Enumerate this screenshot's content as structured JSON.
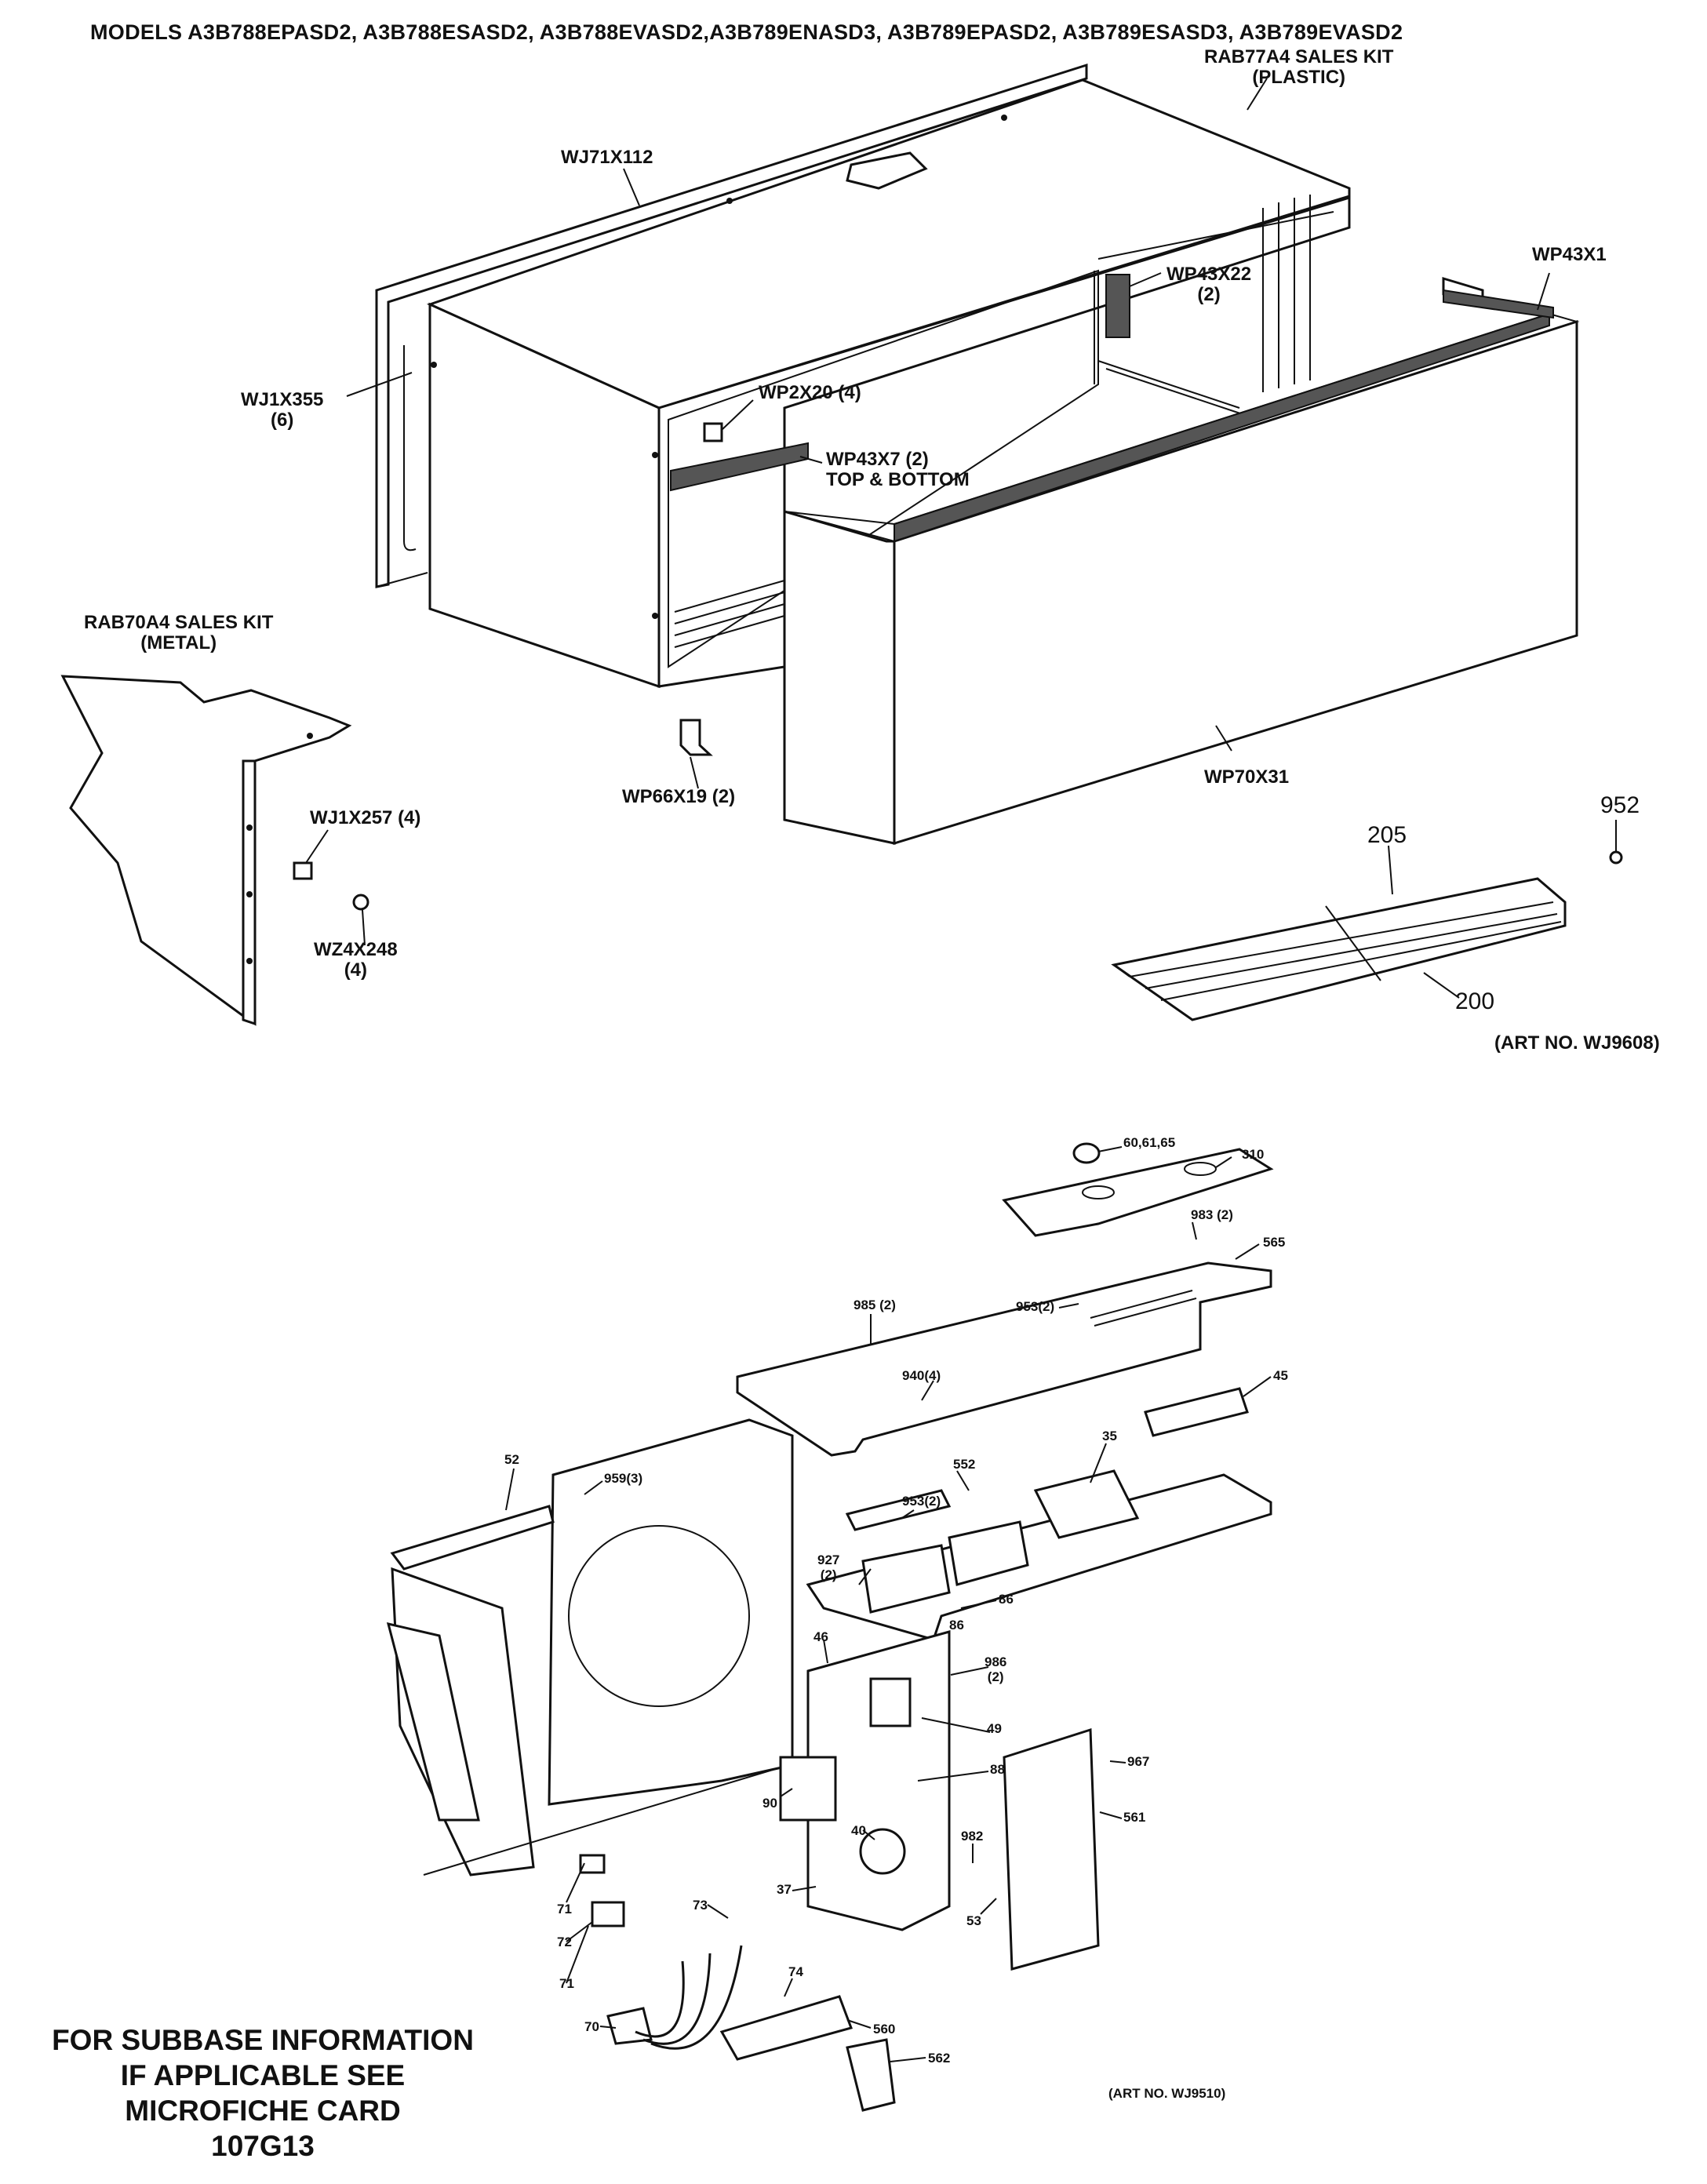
{
  "header": {
    "models": "MODELS A3B788EPASD2, A3B788ESASD2, A3B788EVASD2,A3B789ENASD3, A3B789EPASD2, A3B789ESASD3, A3B789EVASD2"
  },
  "upper": {
    "labels": {
      "plastic_kit": "RAB77A4 SALES KIT",
      "plastic_kit_sub": "(PLASTIC)",
      "wj71x112": "WJ71X112",
      "wp43x22": "WP43X22",
      "wp43x22_qty": "(2)",
      "wp43x1": "WP43X1",
      "wj1x355": "WJ1X355",
      "wj1x355_qty": "(6)",
      "wp2x20": "WP2X20 (4)",
      "wp43x7": "WP43X7 (2)",
      "wp43x7_sub": "TOP & BOTTOM",
      "metal_kit": "RAB70A4 SALES KIT",
      "metal_kit_sub": "(METAL)",
      "wj1x257": "WJ1X257 (4)",
      "wz4x248": "WZ4X248",
      "wz4x248_qty": "(4)",
      "wp66x19": "WP66X19 (2)",
      "wp70x31": "WP70X31",
      "n952": "952",
      "n205": "205",
      "n200": "200",
      "art_no": "(ART NO. WJ9608)"
    }
  },
  "lower": {
    "labels": {
      "n60_61_65": "60,61,65",
      "n310": "310",
      "n983": "983 (2)",
      "n565": "565",
      "n985": "985 (2)",
      "n953a": "953(2)",
      "n940": "940(4)",
      "n45": "45",
      "n35": "35",
      "n52": "52",
      "n959": "959(3)",
      "n953b": "953(2)",
      "n552": "552",
      "n927": "927",
      "n927_qty": "(2)",
      "n86a": "86",
      "n86b": "86",
      "n46": "46",
      "n986": "986",
      "n986_qty": "(2)",
      "n49": "49",
      "n967": "967",
      "n88": "88",
      "n561": "561",
      "n90": "90",
      "n40": "40",
      "n982": "982",
      "n71a": "71",
      "n37": "37",
      "n73": "73",
      "n53": "53",
      "n72": "72",
      "n71b": "71",
      "n74": "74",
      "n560": "560",
      "n70": "70",
      "n562": "562",
      "art_no": "(ART NO. WJ9510)"
    }
  },
  "footer_note": {
    "line1": "FOR SUBBASE INFORMATION",
    "line2": "IF APPLICABLE SEE",
    "line3": "MICROFICHE CARD",
    "line4": "107G13"
  }
}
